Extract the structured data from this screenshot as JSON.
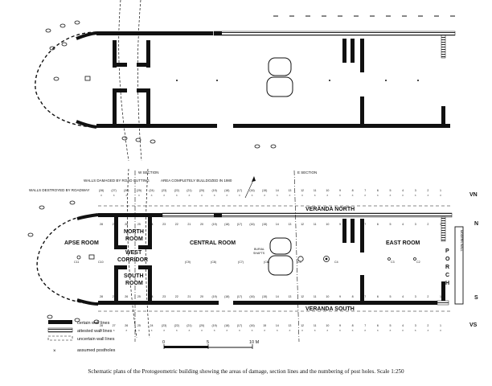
{
  "labels": {
    "walls_destroyed": "WALLS DESTROYED BY ROADWAY",
    "walls_damaged": "WALLS DAMAGED BY ROAD CUTTING",
    "w_section": "W SECTION",
    "area_bulldozed": "AREA COMPLETELY BULLDOZED IN 1980",
    "e_section": "E SECTION",
    "veranda_north": "VERANDA NORTH",
    "veranda_south": "VERANDA SOUTH",
    "apse_room": "APSE ROOM",
    "north_room_1": "NORTH",
    "north_room_2": "ROOM",
    "west_corridor_1": "WEST",
    "west_corridor_2": "CORRIDOR",
    "south_room_1": "SOUTH",
    "south_room_2": "ROOM",
    "central_room": "CENTRAL ROOM",
    "burial_shafts_1": "BURIAL",
    "burial_shafts_2": "SHAFTS",
    "east_room": "EAST ROOM",
    "porch": [
      "P",
      "O",
      "R",
      "C",
      "H"
    ],
    "modern_wall": "MODERN WALL",
    "side_vn": "VN",
    "side_n": "N",
    "side_s": "S",
    "side_vs": "VS"
  },
  "legend": [
    {
      "label": "certain wall lines",
      "style": "solid"
    },
    {
      "label": "attested wall lines",
      "style": "hatched"
    },
    {
      "label": "uncertain wall lines",
      "style": "dashed"
    },
    {
      "label": "assumed postholes",
      "style": "cross"
    }
  ],
  "scale_bar": {
    "ticks": [
      "0",
      "5",
      "10 M"
    ]
  },
  "postholes": {
    "north_row_top": [
      "(28)",
      "(27)",
      "(26)",
      "(25)",
      "(24)",
      "(23)",
      "(22)",
      "(21)",
      "(20)",
      "(19)",
      "(18)",
      "(17)",
      "(16)",
      "(15)",
      "14",
      "13",
      "12",
      "11",
      "10",
      "9",
      "8",
      "7",
      "6",
      "5",
      "4",
      "3",
      "2",
      "1"
    ],
    "north_row_inner": [
      "28",
      "27",
      "26",
      "25",
      "24",
      "23",
      "22",
      "21",
      "20",
      "(19)",
      "(18)",
      "(17)",
      "(16)",
      "(15)",
      "14",
      "13",
      "12",
      "11",
      "10",
      "9",
      "8",
      "7",
      "6",
      "5",
      "4",
      "3",
      "2",
      "1"
    ],
    "south_row_inner": [
      "28",
      "27",
      "26",
      "25",
      "24",
      "23",
      "22",
      "21",
      "20",
      "(19)",
      "(18)",
      "(17)",
      "(16)",
      "(15)",
      "14",
      "13",
      "12",
      "11",
      "10",
      "9",
      "8",
      "7",
      "6",
      "5",
      "4",
      "3",
      "2",
      "1"
    ],
    "south_row_bottom": [
      "28",
      "27",
      "26",
      "25",
      "24",
      "(23)",
      "(22)",
      "(21)",
      "(20)",
      "(19)",
      "(18)",
      "(17)",
      "(16)",
      "15",
      "14",
      "13",
      "12",
      "11",
      "10",
      "9",
      "8",
      "7",
      "6",
      "5",
      "4",
      "3",
      "2",
      "1"
    ],
    "central": [
      "C11",
      "C10",
      "(C9)",
      "(C8)",
      "(C7)",
      "(C6)",
      "C5",
      "C4",
      "C3",
      "C2"
    ]
  },
  "caption": "Schematic plans of the Protogeometric building showing the areas of damage, section lines and the numbering of post holes. Scale 1:250"
}
